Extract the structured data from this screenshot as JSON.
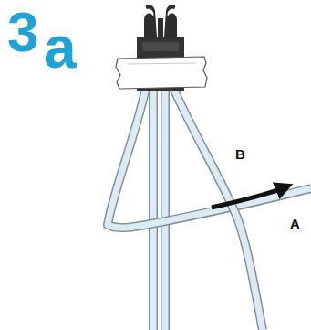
{
  "diagram": {
    "labels": [
      "3",
      "a",
      "B",
      "A"
    ]
  }
}
